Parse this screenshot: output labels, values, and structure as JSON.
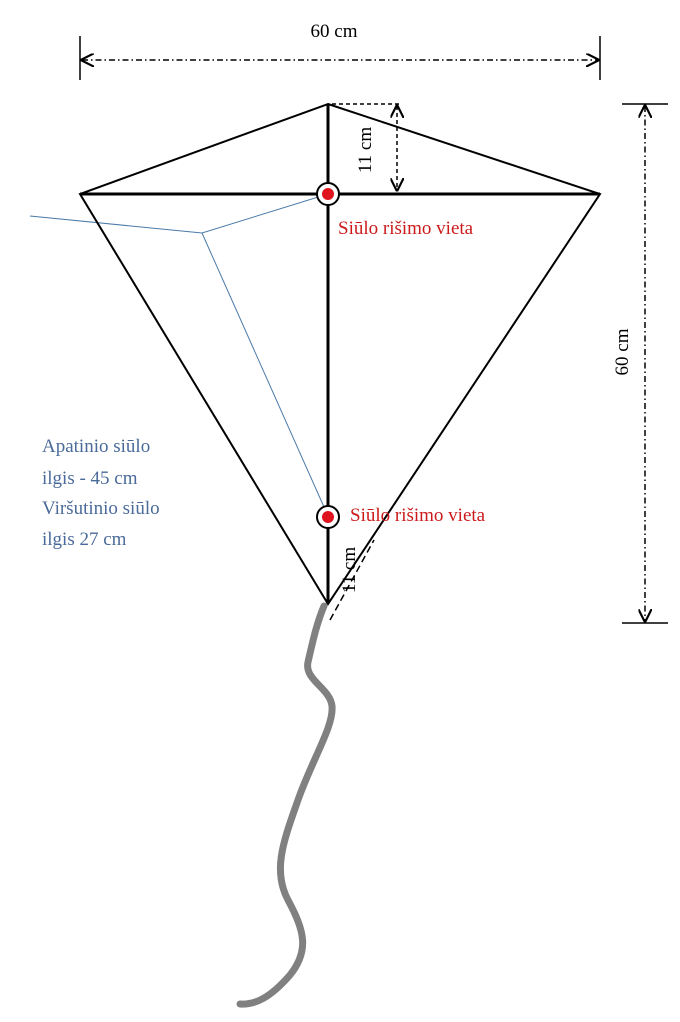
{
  "labels": {
    "top_width": "60 cm",
    "right_height": "60 cm",
    "top_offset": "11 cm",
    "bottom_offset": "11 cm",
    "tie_point_upper": "Siūlo rišimo vieta",
    "tie_point_lower": "Siūlo rišimo vieta",
    "bridle_lines": [
      "Apatinio siūlo",
      "ilgis - 45 cm",
      "Viršutinio siūlo",
      "ilgis 27 cm"
    ]
  },
  "colors": {
    "label_red": "#cc1a1a",
    "label_blue": "#4a6a9a",
    "bridle_line": "#4a7aa8",
    "tail": "#808080",
    "tie_point_fill": "#e0141e"
  }
}
